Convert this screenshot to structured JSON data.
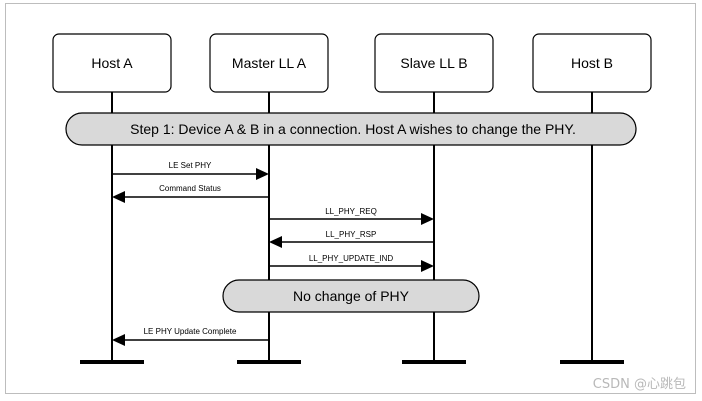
{
  "actors": [
    {
      "id": "host_a",
      "label": "Host A"
    },
    {
      "id": "master_ll_a",
      "label": "Master LL A"
    },
    {
      "id": "slave_ll_b",
      "label": "Slave LL B"
    },
    {
      "id": "host_b",
      "label": "Host B"
    }
  ],
  "step_note": "Step 1: Device A & B in a connection. Host A wishes to change the PHY.",
  "messages": [
    {
      "label": "LE Set PHY",
      "from": "host_a",
      "to": "master_ll_a"
    },
    {
      "label": "Command Status",
      "from": "master_ll_a",
      "to": "host_a"
    },
    {
      "label": "LL_PHY_REQ",
      "from": "master_ll_a",
      "to": "slave_ll_b"
    },
    {
      "label": "LL_PHY_RSP",
      "from": "slave_ll_b",
      "to": "master_ll_a"
    },
    {
      "label": "LL_PHY_UPDATE_IND",
      "from": "master_ll_a",
      "to": "slave_ll_b"
    },
    {
      "label": "LE PHY Update Complete",
      "from": "master_ll_a",
      "to": "host_a"
    }
  ],
  "status_note": "No change of PHY",
  "watermark": "CSDN @心跳包",
  "colors": {
    "band_fill": "#d9d9d9",
    "line": "#000000",
    "frame": "#bdbdbd",
    "watermark": "#b8b8b8"
  }
}
